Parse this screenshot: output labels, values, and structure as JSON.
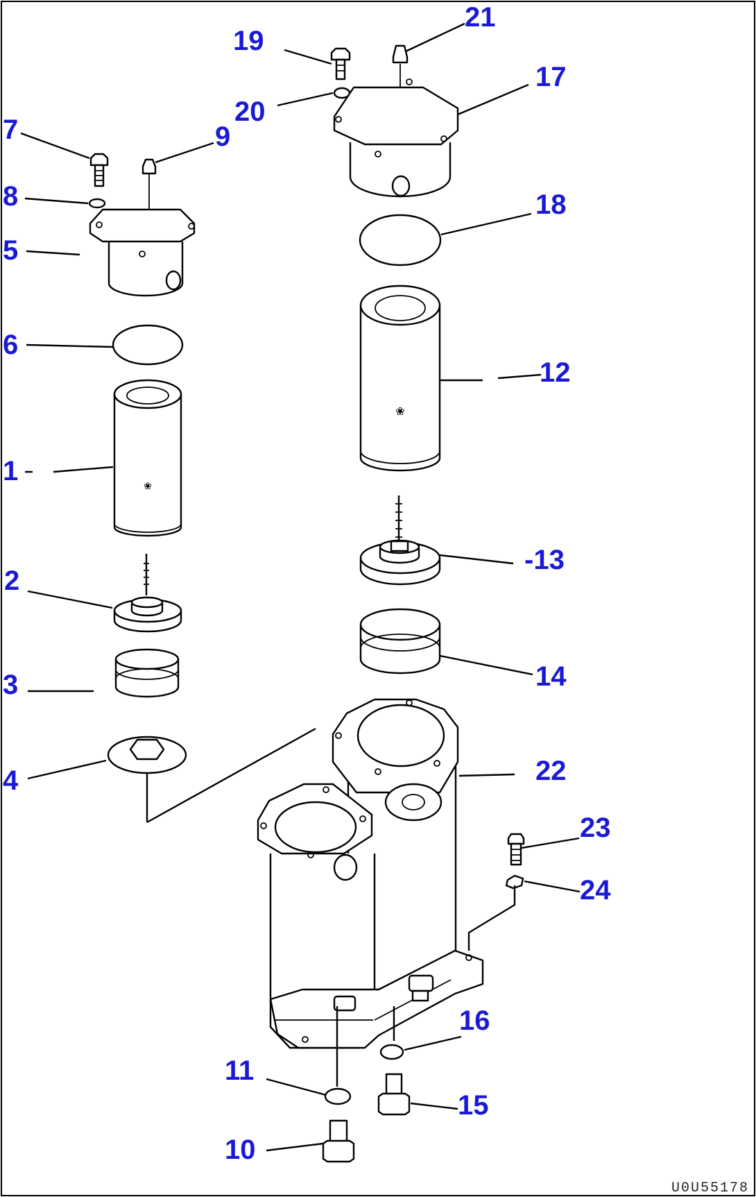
{
  "drawing": {
    "drawing_id": "U0U55178",
    "parts": [
      {
        "key": "p1",
        "label": "1"
      },
      {
        "key": "p2",
        "label": "2"
      },
      {
        "key": "p3",
        "label": "3"
      },
      {
        "key": "p4",
        "label": "4"
      },
      {
        "key": "p5",
        "label": "5"
      },
      {
        "key": "p6",
        "label": "6"
      },
      {
        "key": "p7",
        "label": "7"
      },
      {
        "key": "p8",
        "label": "8"
      },
      {
        "key": "p9",
        "label": "9"
      },
      {
        "key": "p10",
        "label": "10"
      },
      {
        "key": "p11",
        "label": "11"
      },
      {
        "key": "p12",
        "label": "12"
      },
      {
        "key": "p13",
        "label": "-13"
      },
      {
        "key": "p14",
        "label": "14"
      },
      {
        "key": "p15",
        "label": "15"
      },
      {
        "key": "p16",
        "label": "16"
      },
      {
        "key": "p17",
        "label": "17"
      },
      {
        "key": "p18",
        "label": "18"
      },
      {
        "key": "p19",
        "label": "19"
      },
      {
        "key": "p20",
        "label": "20"
      },
      {
        "key": "p21",
        "label": "21"
      },
      {
        "key": "p22",
        "label": "22"
      },
      {
        "key": "p23",
        "label": "23"
      },
      {
        "key": "p24",
        "label": "24"
      }
    ]
  }
}
